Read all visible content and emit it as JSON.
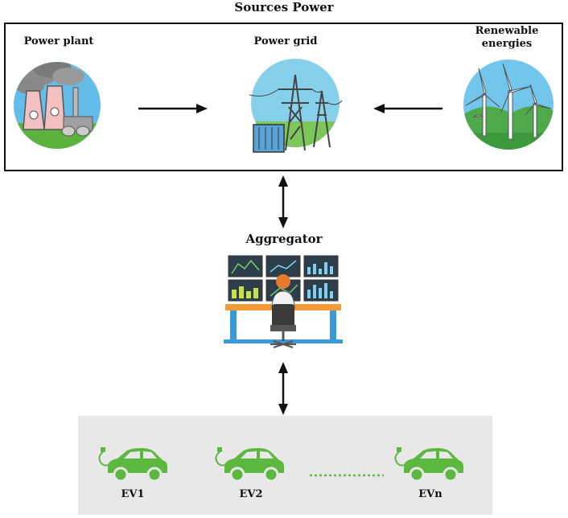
{
  "diagram": {
    "title": "Sources Power",
    "sources": {
      "power_plant": "Power plant",
      "power_grid": "Power grid",
      "renewable_line1": "Renewable",
      "renewable_line2": "energies"
    },
    "aggregator": "Aggregator",
    "vehicles": [
      "EV1",
      "EV2",
      "EVn"
    ]
  },
  "colors": {
    "sky": "#64bde8",
    "grass": "#5bb23c",
    "ev_green": "#5cb83f",
    "panel": "#e8e8e8",
    "desk_orange": "#f39a3a",
    "desk_blue": "#3a9ad9"
  }
}
